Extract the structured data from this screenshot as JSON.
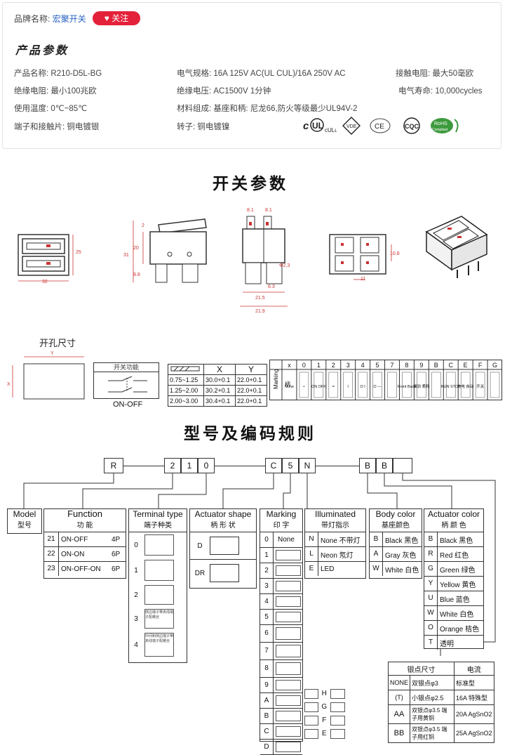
{
  "brand": {
    "label": "品牌名称:",
    "value": "宏聚开关",
    "follow": "关注"
  },
  "params_title": "产品参数",
  "params": [
    [
      "产品名称: R210-D5L-BG",
      "电气规格: 16A  125V  AC(UL CUL)/16A 250V  AC",
      "接触电阻: 最大50毫欧"
    ],
    [
      "绝缘电阻: 最小100兆欧",
      "绝缘电压: AC1500V 1分钟",
      "电气寿命: 10,000cycles"
    ],
    [
      "使用温度: 0℃~85℃",
      "材料组成: 基座和柄: 尼龙66,防火等级最少UL94V-2",
      ""
    ],
    [
      "端子和接触片: 铜电镀银",
      "转子: 铜电镀镍",
      ""
    ]
  ],
  "certs": [
    "cULus",
    "VDE",
    "CE",
    "CQC",
    "RoHS Compliant"
  ],
  "switch_title": "开关参数",
  "dims": {
    "d32": "32",
    "d25": "25",
    "d31": "31",
    "d20": "20",
    "d2": "2",
    "d98": "9.8",
    "d81a": "8.1",
    "d81b": "8.1",
    "d215": "21.5",
    "d219": "21.9",
    "d23": "Φ2.3",
    "d63": "6.3",
    "d108": "10.8",
    "d11": "11"
  },
  "cutout_title": "开孔尺寸",
  "cutout": {
    "x": "X",
    "y": "Y"
  },
  "function_box": {
    "title": "开关功能",
    "label": "ON-OFF"
  },
  "panel_table": {
    "header": [
      "X",
      "Y"
    ],
    "rows": [
      [
        "0.75~1.25",
        "30.0+0.1",
        "22.0+0.1"
      ],
      [
        "1.25~2.00",
        "30.2+0.1",
        "22.0+0.1"
      ],
      [
        "2.00~3.00",
        "30.4+0.1",
        "22.0+0.1"
      ]
    ]
  },
  "marking_table": {
    "label": "Marking",
    "sub": "柄",
    "codes": [
      "x",
      "0",
      "1",
      "2",
      "3",
      "4",
      "5",
      "7",
      "8",
      "9",
      "B",
      "C",
      "E",
      "F",
      "G"
    ],
    "row2": [
      "None",
      "•",
      "ON OFF",
      "=",
      "I",
      "O I",
      "O —",
      "",
      "Front Back",
      "强劲 柔和",
      "",
      "RUN STOP",
      "充电 自动",
      "开关",
      ""
    ]
  },
  "rule_title": "型号及编码规则",
  "code_boxes": [
    "R",
    "2",
    "1",
    "0",
    "C",
    "5",
    "N",
    "B",
    "B",
    ""
  ],
  "groups": {
    "model": {
      "en": "Model",
      "cn": "型号"
    },
    "function": {
      "en": "Function",
      "cn": "功 能",
      "rows": [
        [
          "21",
          "ON-OFF",
          "4P"
        ],
        [
          "22",
          "ON-ON",
          "6P"
        ],
        [
          "23",
          "ON-OFF-ON",
          "6P"
        ]
      ]
    },
    "terminal": {
      "en": "Terminal type",
      "cn": "端子种类",
      "rows": [
        "0",
        "1",
        "2",
        "3",
        "4"
      ],
      "note3": "侧边端子带夹线端子配螺丝",
      "note4": "中间和侧边端子带夹线端子配螺丝"
    },
    "actuator_shape": {
      "en": "Actuator shape",
      "cn": "柄 形 状",
      "rows": [
        "D",
        "DR"
      ]
    },
    "marking": {
      "en": "Marking",
      "cn": "印 字",
      "rows": [
        "0",
        "1",
        "2",
        "3",
        "4",
        "5",
        "6",
        "7",
        "8",
        "9",
        "A",
        "B",
        "C",
        "D"
      ],
      "none": "None",
      "right": [
        "H",
        "G",
        "F",
        "E"
      ]
    },
    "illuminated": {
      "en": "Illuminated",
      "cn": "带灯指示",
      "rows": [
        [
          "N",
          "None 不带灯"
        ],
        [
          "L",
          "Neon 氖灯"
        ],
        [
          "E",
          "LED"
        ]
      ]
    },
    "body_color": {
      "en": "Body color",
      "cn": "基座颜色",
      "rows": [
        [
          "B",
          "Black 黑色"
        ],
        [
          "A",
          "Gray 灰色"
        ],
        [
          "W",
          "White 白色"
        ]
      ]
    },
    "actuator_color": {
      "en": "Actuator color",
      "cn": "柄 颜 色",
      "rows": [
        [
          "B",
          "Black 黑色"
        ],
        [
          "R",
          "Red  红色"
        ],
        [
          "G",
          "Green 绿色"
        ],
        [
          "Y",
          "Yellow 黄色"
        ],
        [
          "U",
          "Blue  蓝色"
        ],
        [
          "W",
          "White 白色"
        ],
        [
          "O",
          "Orange 桔色"
        ],
        [
          "T",
          "透明"
        ]
      ]
    }
  },
  "silver_table": {
    "header": [
      "银点尺寸",
      "电流"
    ],
    "rows": [
      [
        "NONE",
        "双银点φ3",
        "标准型"
      ],
      [
        "(T)",
        "小银点φ2.5",
        "16A 特殊型"
      ],
      [
        "AA",
        "双银点φ3.5 端子用黄铜",
        "20A AgSnO2"
      ],
      [
        "BB",
        "双银点φ3.5 端子用红铜",
        "25A AgSnO2"
      ]
    ]
  },
  "colors": {
    "accent": "#e4213a",
    "link": "#2a64c5",
    "dim": "#cc3333"
  }
}
